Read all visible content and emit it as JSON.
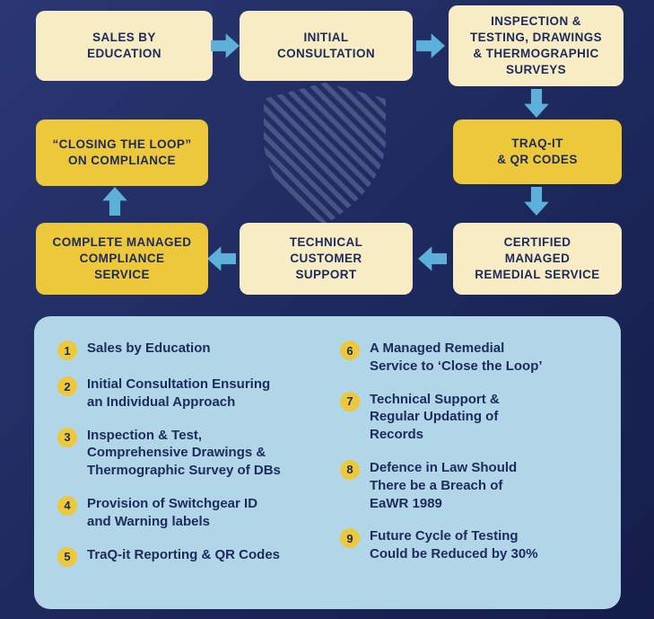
{
  "colors": {
    "background_top": "#2a3772",
    "background_bottom": "#141d49",
    "box_cream": "#f7ecc3",
    "box_gold": "#ecc83a",
    "arrow_blue": "#5cb0da",
    "panel_blue": "#b1d6e8",
    "text_navy": "#1d2a5c"
  },
  "flowchart": {
    "boxes": [
      {
        "label": "SALES BY\nEDUCATION",
        "variant": "cream"
      },
      {
        "label": "INITIAL\nCONSULTATION",
        "variant": "cream"
      },
      {
        "label": "INSPECTION &\nTESTING, DRAWINGS\n& THERMOGRAPHIC\nSURVEYS",
        "variant": "cream"
      },
      {
        "label": "TRAQ-IT\n& QR CODES",
        "variant": "gold"
      },
      {
        "label": "CERTIFIED\nMANAGED\nREMEDIAL SERVICE",
        "variant": "cream"
      },
      {
        "label": "TECHNICAL\nCUSTOMER\nSUPPORT",
        "variant": "cream"
      },
      {
        "label": "COMPLETE MANAGED\nCOMPLIANCE\nSERVICE",
        "variant": "gold"
      },
      {
        "label": "“CLOSING THE LOOP”\nON COMPLIANCE",
        "variant": "gold"
      }
    ]
  },
  "legend": {
    "left": [
      {
        "num": "1",
        "text": "Sales by Education"
      },
      {
        "num": "2",
        "text": "Initial Consultation Ensuring\nan Individual Approach"
      },
      {
        "num": "3",
        "text": "Inspection & Test,\nComprehensive Drawings &\nThermographic Survey of DBs"
      },
      {
        "num": "4",
        "text": "Provision of Switchgear ID\nand Warning labels"
      },
      {
        "num": "5",
        "text": "TraQ-it Reporting & QR Codes"
      }
    ],
    "right": [
      {
        "num": "6",
        "text": "A Managed Remedial\nService to ‘Close the Loop’"
      },
      {
        "num": "7",
        "text": "Technical Support &\nRegular Updating of\nRecords"
      },
      {
        "num": "8",
        "text": "Defence in Law Should\nThere be a Breach of\nEaWR 1989"
      },
      {
        "num": "9",
        "text": "Future Cycle of Testing\nCould be Reduced by 30%"
      }
    ]
  }
}
